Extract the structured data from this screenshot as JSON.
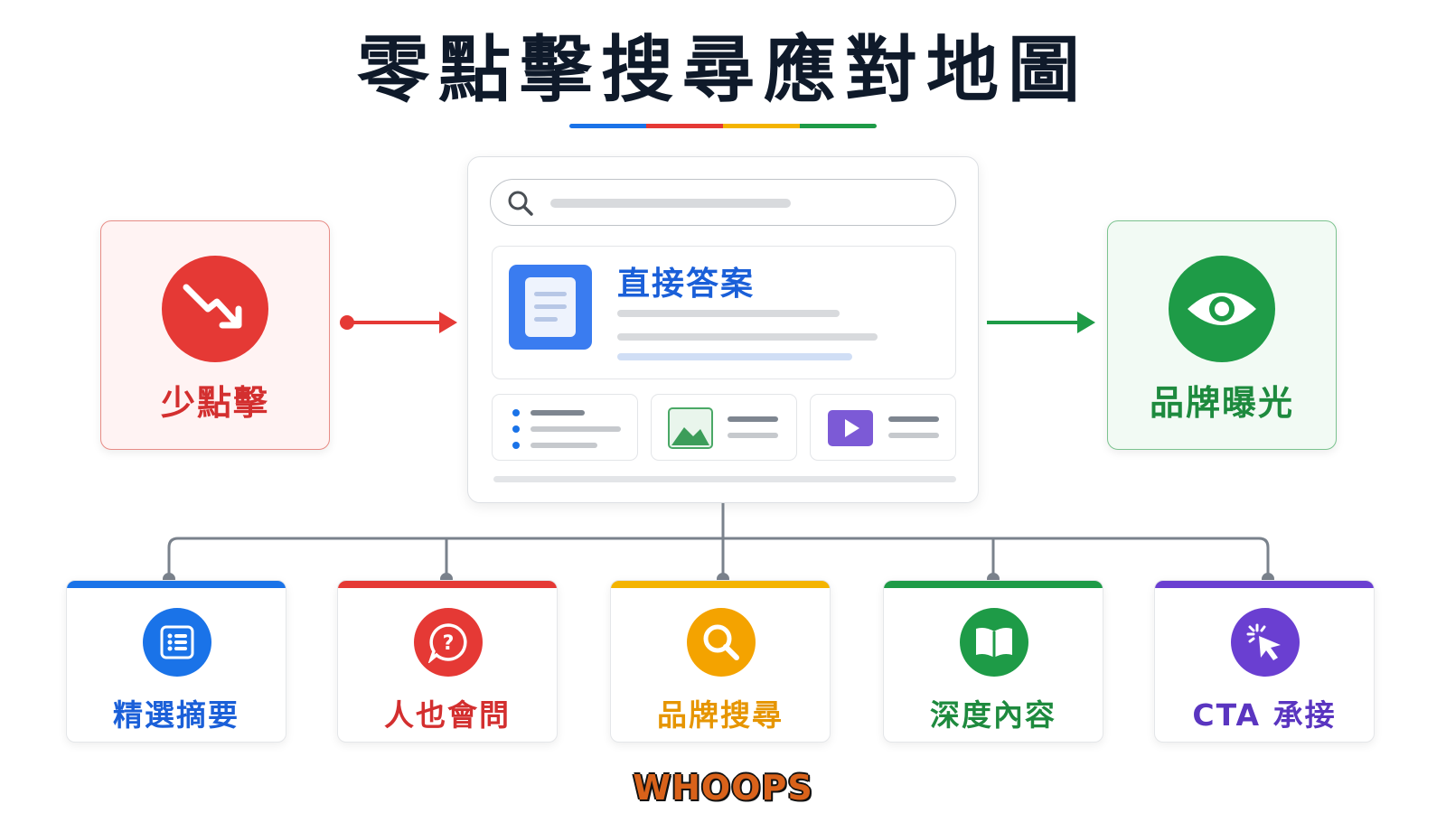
{
  "title": "零點擊搜尋應對地圖",
  "title_bar_colors": [
    "#1a73e8",
    "#e53935",
    "#f4b400",
    "#1e9b47"
  ],
  "left_node": {
    "label": "少點擊",
    "icon": "trend-down-icon",
    "color": "#e53935"
  },
  "right_node": {
    "label": "品牌曝光",
    "icon": "eye-icon",
    "color": "#1e9b47"
  },
  "serp_panel": {
    "answer_title": "直接答案",
    "answer_icon": "document-icon",
    "chips": [
      "list-icon",
      "image-icon",
      "video-play-icon"
    ]
  },
  "cards": [
    {
      "label": "精選摘要",
      "icon": "list-icon",
      "color": "#1a73e8"
    },
    {
      "label": "人也會問",
      "icon": "question-bubble-icon",
      "color": "#e53935"
    },
    {
      "label": "品牌搜尋",
      "icon": "search-icon",
      "color": "#f4a300"
    },
    {
      "label": "深度內容",
      "icon": "book-icon",
      "color": "#1e9b47"
    },
    {
      "label": "CTA 承接",
      "icon": "cursor-click-icon",
      "color": "#6a3fd1"
    }
  ],
  "brand": "WHOOPS"
}
